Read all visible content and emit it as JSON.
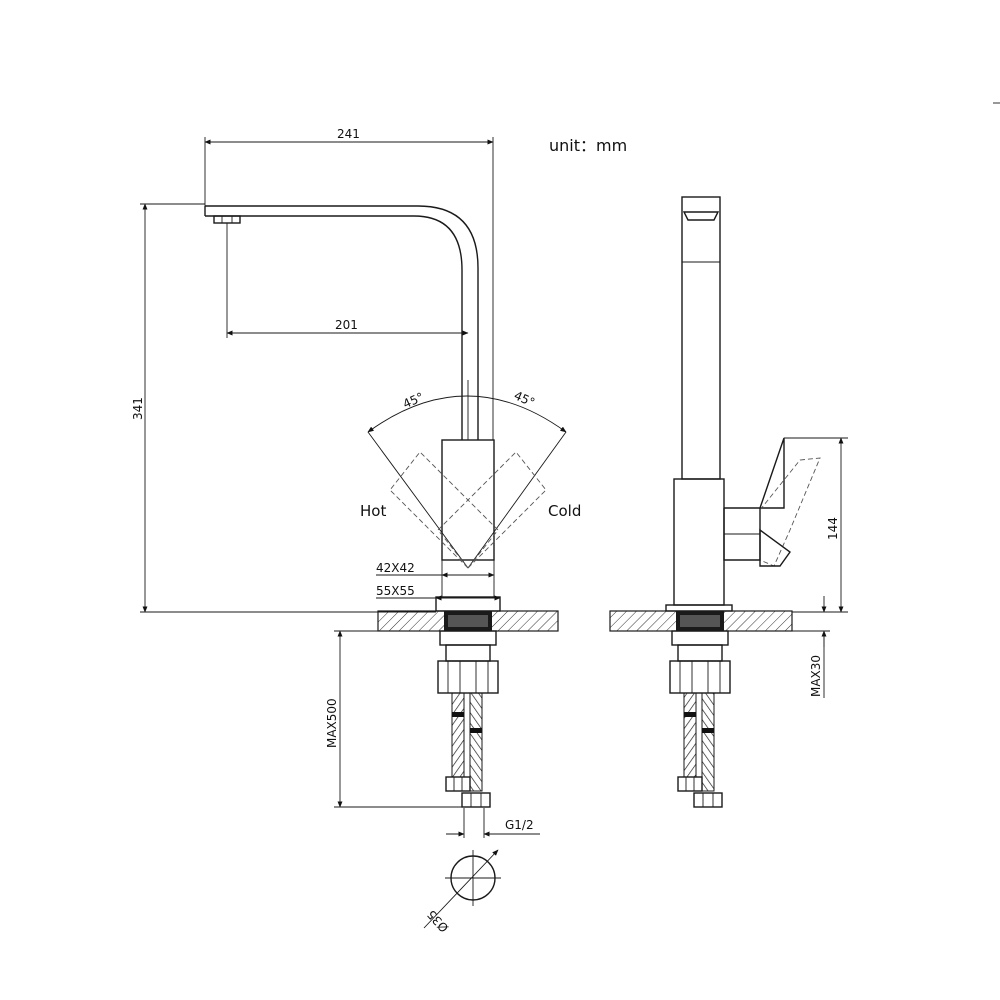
{
  "drawing": {
    "unit": "unit：mm",
    "dims": {
      "spout_reach": "241",
      "spout_inner": "201",
      "total_height": "341",
      "body_size": "42X42",
      "base_size": "55X55",
      "angle_hot": "45°",
      "angle_cold": "45°",
      "handle_height": "144",
      "max_hose": "MAX500",
      "max_counter": "MAX30",
      "thread": "G1/2",
      "hole_dia": "Ø35"
    },
    "labels": {
      "hot": "Hot",
      "cold": "Cold"
    }
  }
}
